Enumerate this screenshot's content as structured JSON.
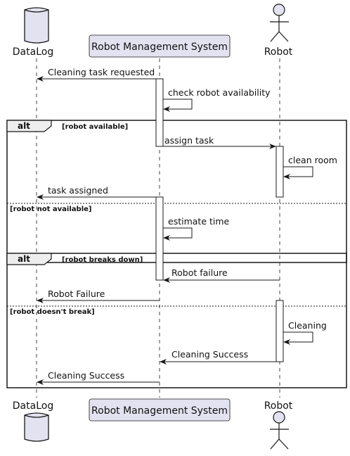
{
  "participants": {
    "datalog": {
      "label": "DataLog"
    },
    "rms": {
      "label": "Robot Management System"
    },
    "robot": {
      "label": "Robot"
    }
  },
  "colors": {
    "participant_fill": "#e2e2f0",
    "stroke": "#181818",
    "background": "#ffffff"
  },
  "messages": [
    {
      "id": "m1",
      "from": "rms",
      "to": "datalog",
      "label": "Cleaning task requested"
    },
    {
      "id": "m2",
      "from": "rms",
      "to": "rms",
      "label": "check robot availability"
    },
    {
      "id": "m3",
      "from": "rms",
      "to": "robot",
      "label": "assign task"
    },
    {
      "id": "m4",
      "from": "robot",
      "to": "robot",
      "label": "clean room"
    },
    {
      "id": "m5",
      "from": "rms",
      "to": "datalog",
      "label": "task assigned"
    },
    {
      "id": "m6",
      "from": "rms",
      "to": "rms",
      "label": "estimate time"
    },
    {
      "id": "m7",
      "from": "robot",
      "to": "rms",
      "label": "Robot failure"
    },
    {
      "id": "m8",
      "from": "rms",
      "to": "datalog",
      "label": "Robot Failure"
    },
    {
      "id": "m9",
      "from": "robot",
      "to": "robot",
      "label": "Cleaning"
    },
    {
      "id": "m10",
      "from": "robot",
      "to": "rms",
      "label": "Cleaning Success"
    },
    {
      "id": "m11",
      "from": "rms",
      "to": "datalog",
      "label": "Cleaning Success"
    }
  ],
  "fragments": [
    {
      "keyword": "alt",
      "condition": "[robot available]",
      "else_condition": "[robot not available]"
    },
    {
      "keyword": "alt",
      "condition": "[robot breaks down]",
      "else_condition": "[robot doesn't break]"
    }
  ]
}
